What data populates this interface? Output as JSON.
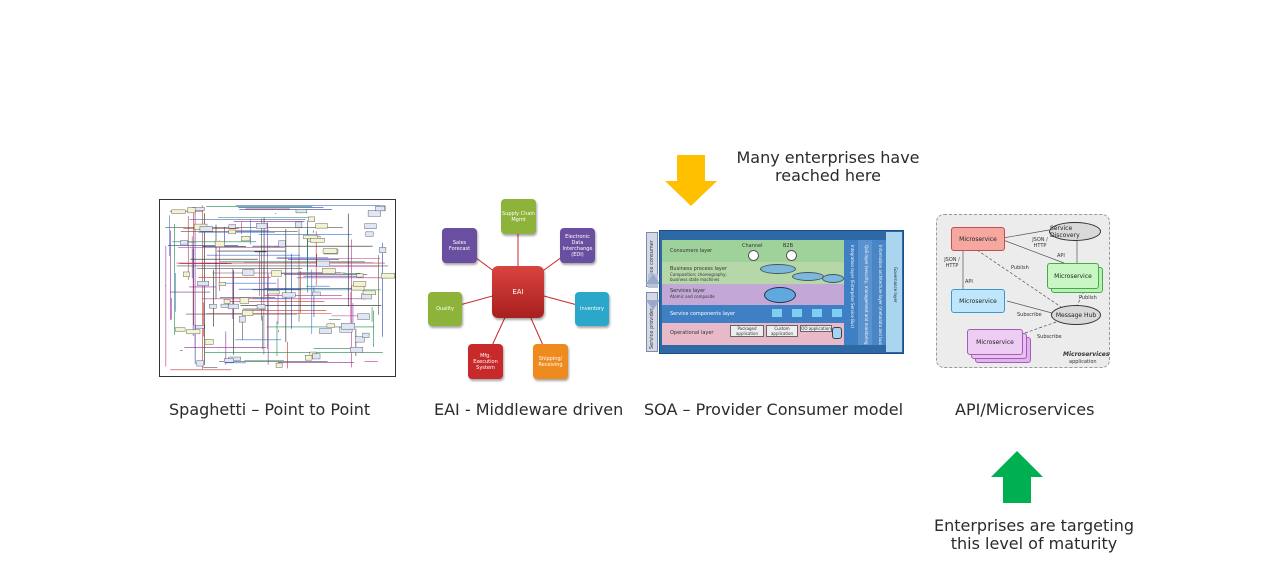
{
  "callouts": {
    "reached_line1": "Many enterprises have",
    "reached_line2": "reached here",
    "target_line1": "Enterprises are targeting",
    "target_line2": "this level of maturity"
  },
  "colors": {
    "down_arrow": "#ffc000",
    "up_arrow": "#00b050"
  },
  "stages": [
    {
      "caption": "Spaghetti – Point to Point"
    },
    {
      "caption": "EAI - Middleware driven"
    },
    {
      "caption": "SOA – Provider Consumer model"
    },
    {
      "caption": "API/Microservices"
    }
  ],
  "eai": {
    "hub": "EAI",
    "nodes": [
      {
        "label": "Supply Chain Mgmt",
        "color": "#8db33a"
      },
      {
        "label": "Electronic Data Interchange (EDI)",
        "color": "#6a4fa0"
      },
      {
        "label": "Inventory",
        "color": "#2aa7c9"
      },
      {
        "label": "Shipping/ Receiving",
        "color": "#ef8a1f"
      },
      {
        "label": "Mfg. Execution System",
        "color": "#c8292b"
      },
      {
        "label": "Quality",
        "color": "#8db33a"
      },
      {
        "label": "Sales Forecast",
        "color": "#6a4fa0"
      }
    ]
  },
  "soa": {
    "side_consumer": "Service consumer",
    "side_provider": "Service provider",
    "layers": [
      {
        "label": "Consumers layer",
        "sub": ""
      },
      {
        "label": "Business process layer",
        "sub": "Composition; choreography; business state machines"
      },
      {
        "label": "Services layer",
        "sub": "Atomic and composite"
      },
      {
        "label": "Service components layer",
        "sub": ""
      },
      {
        "label": "Operational layer",
        "sub": ""
      }
    ],
    "consumers": [
      "Channel",
      "B2B"
    ],
    "apps": [
      "Packaged application",
      "Custom application",
      "OO application"
    ],
    "vertical": [
      "Integration layer (Enterprise Service Bus)",
      "QoS layer (security, management and monitoring infrastructure services)",
      "Information architecture layer (metadata and business intelligence)",
      "Governance layer"
    ]
  },
  "micro": {
    "ms_top": "Microservice",
    "ms_mid_left": "Microservice",
    "ms_right": "Microservice",
    "ms_bottom": "Microservice",
    "discovery": "Service Discovery",
    "hub": "Message Hub",
    "json1": "JSON / HTTP",
    "json2": "JSON / HTTP",
    "api1": "API",
    "api2": "API",
    "publish1": "Publish",
    "publish2": "Publish",
    "subscribe1": "Subscribe",
    "subscribe2": "Subscribe",
    "footer1": "Microservices",
    "footer2": "application"
  }
}
